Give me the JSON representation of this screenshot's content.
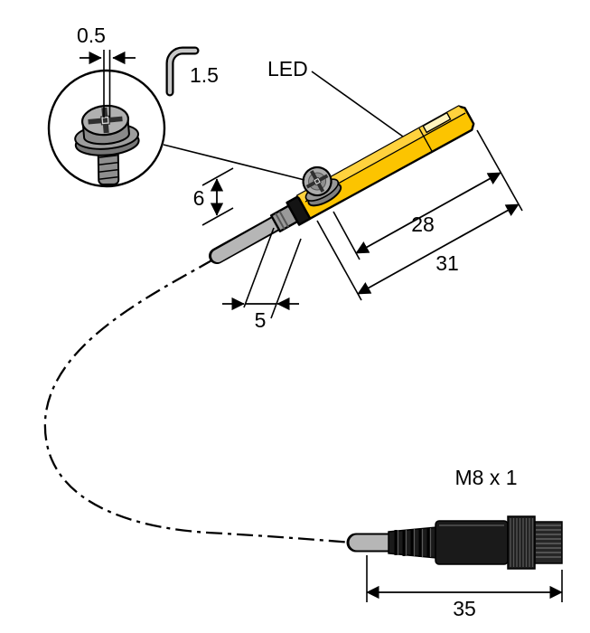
{
  "drawing": {
    "detail_callout": {
      "slot_width": "0.5",
      "hex_key": "1.5"
    },
    "led_label": "LED",
    "dimensions": {
      "screw_to_tip": "28",
      "body_total": "31",
      "gland_diameter": "6",
      "screw_offset": "5",
      "connector_length": "35"
    },
    "connector_thread": "M8 x 1",
    "colors": {
      "body_yellow": "#fcc400",
      "body_yellow_light": "#ffd23e",
      "cable_gray": "#b6b6b6",
      "metal_gray": "#a8a8a8",
      "connector_black": "#1a1a1a"
    }
  }
}
